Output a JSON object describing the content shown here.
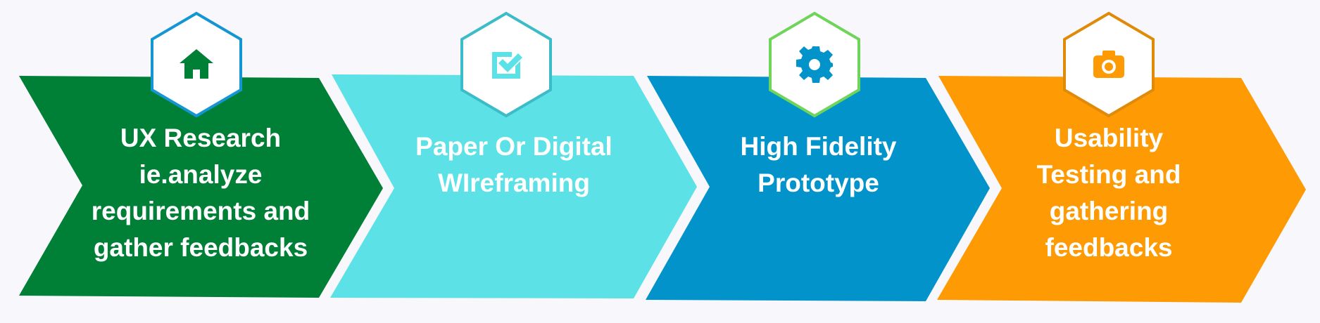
{
  "colors": {
    "background": "#f8f7fc",
    "text": "#ffffff",
    "hex_fill": "#ffffff"
  },
  "steps": [
    {
      "label": "UX Research\nie.analyze\nrequirements and\ngather feedbacks",
      "fill": "#007f37",
      "hex_stroke": "#1496d3",
      "icon_color": "#007f37",
      "icon": "home-icon"
    },
    {
      "label": "Paper Or Digital\nWIreframing",
      "fill": "#5ce1e6",
      "hex_stroke": "#3bbcc8",
      "icon_color": "#5ce1e6",
      "icon": "checkbox-icon"
    },
    {
      "label": "High Fidelity\nPrototype",
      "fill": "#0293cb",
      "hex_stroke": "#6fd45a",
      "icon_color": "#0293cb",
      "icon": "gear-icon"
    },
    {
      "label": "Usability\nTesting and\ngathering\nfeedbacks",
      "fill": "#fe9a03",
      "hex_stroke": "#e08a0a",
      "icon_color": "#fe9a03",
      "icon": "camera-icon"
    }
  ]
}
